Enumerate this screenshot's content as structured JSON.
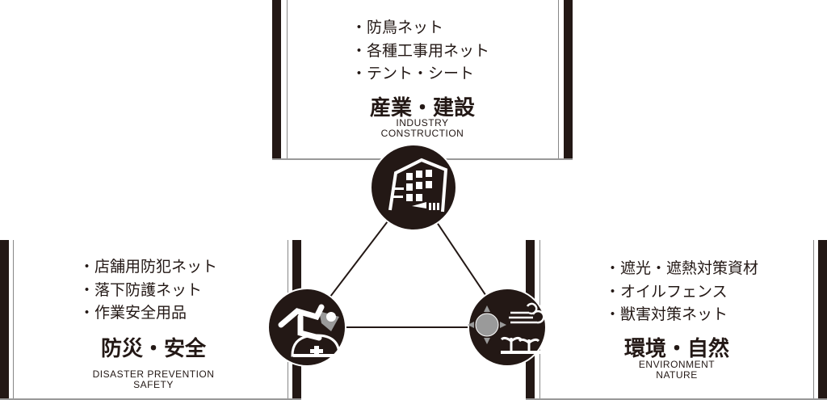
{
  "industry": {
    "items": [
      "・防鳥ネット",
      "・各種工事用ネット",
      "・テント・シート"
    ],
    "title": "産業・建設",
    "en": [
      "INDUSTRY",
      "CONSTRUCTION"
    ],
    "icon": "building-icon"
  },
  "safety": {
    "items": [
      "・店舗用防犯ネット",
      "・落下防護ネット",
      "・作業安全用品"
    ],
    "title": "防災・安全",
    "en": [
      "DISASTER PREVENTION",
      "SAFETY"
    ],
    "icon": "falling-worker-helmet-icon"
  },
  "environment": {
    "items": [
      "・遮光・遮熱対策資材",
      "・オイルフェンス",
      "・獣害対策ネット"
    ],
    "title": "環境・自然",
    "en": [
      "ENVIRONMENT",
      "NATURE"
    ],
    "icon": "sun-wind-sprout-icon"
  },
  "colors": {
    "dark": "#231815",
    "gray": "#9a9a9a"
  }
}
